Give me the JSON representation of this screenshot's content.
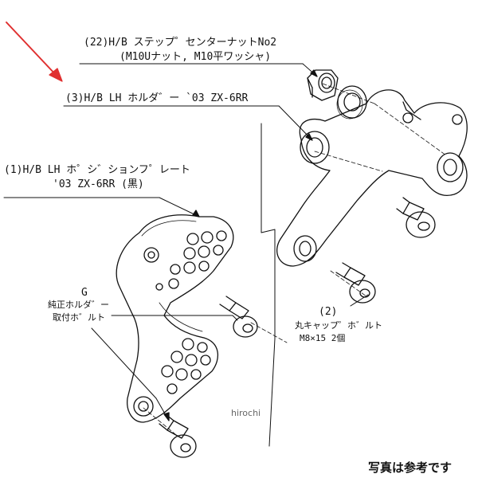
{
  "colors": {
    "arrow": "#e03030",
    "line": "#111111",
    "background": "#ffffff"
  },
  "labels": {
    "part22_line1": "(22)H/B ステップ゜センターナットNo2",
    "part22_line2": "(M10Uナット, M10平ワッシャ)",
    "part3": "(3)H/B LH ホルダ゛ー `03 ZX-6RR",
    "part1_line1": "(1)H/B LH ホ゜シ゛ションフ゜レート",
    "part1_line2": "'03 ZX-6RR (黒)",
    "g_letter": "G",
    "g_line1": "純正ホルダ゛ー",
    "g_line2": "取付ホ゛ルト",
    "part2_num": "(2)",
    "part2_line1": "丸キャップ゜ホ゛ルト",
    "part2_line2": "M8×15 2個"
  },
  "watermark": "hirochi",
  "footer_note": "写真は参考です"
}
